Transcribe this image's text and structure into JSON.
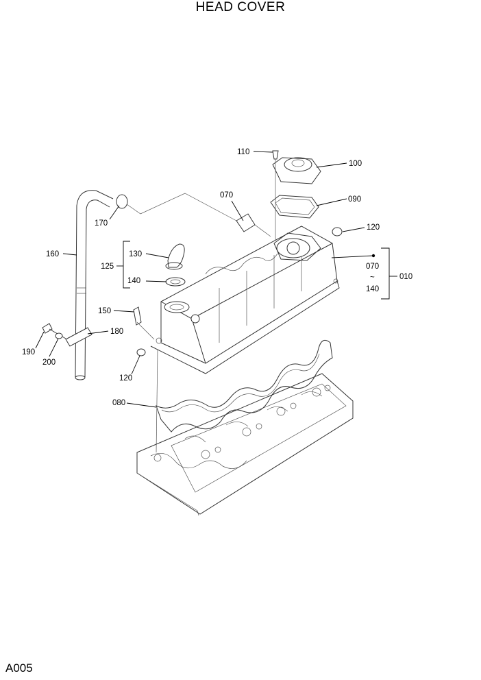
{
  "title": "HEAD COVER",
  "page_code": "A005",
  "callouts": {
    "c110": "110",
    "c100": "100",
    "c070": "070",
    "c090": "090",
    "c120_top": "120",
    "c170": "170",
    "c160": "160",
    "c130": "130",
    "c125": "125",
    "c140": "140",
    "c010_from": "070",
    "c010_tilde": "~",
    "c010_to": "140",
    "c010": "010",
    "c150": "150",
    "c180": "180",
    "c190": "190",
    "c200": "200",
    "c120_bottom": "120",
    "c080": "080"
  }
}
